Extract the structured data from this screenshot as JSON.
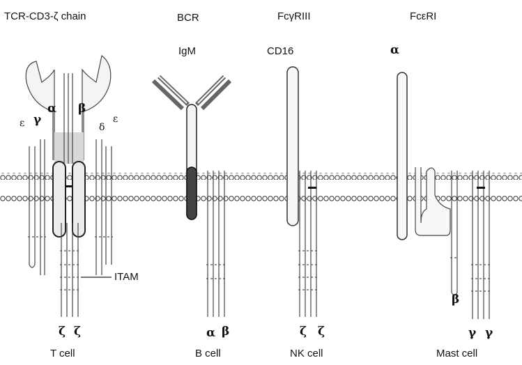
{
  "headers": {
    "tcr": "TCR-CD3-ζ chain",
    "bcr": "BCR",
    "fcg": "FcγRIII",
    "fce": "FcεRI"
  },
  "receptor_labels": {
    "igm": "IgM",
    "cd16": "CD16",
    "fce_alpha": "α"
  },
  "chain_labels": {
    "tcr_epsilon_left": "ε",
    "tcr_gamma": "γ",
    "tcr_alpha": "α",
    "tcr_beta": "β",
    "tcr_delta": "δ",
    "tcr_epsilon_right": "ε",
    "fce_beta": "β"
  },
  "itam": "ITAM",
  "bottom_chains": {
    "t_zeta_1": "ζ",
    "t_zeta_2": "ζ",
    "b_alpha": "α",
    "b_beta": "β",
    "nk_zeta_1": "ζ",
    "nk_zeta_2": "ζ",
    "mast_gamma_1": "γ",
    "mast_gamma_2": "γ"
  },
  "cells": {
    "t": "T cell",
    "b": "B cell",
    "nk": "NK cell",
    "mast": "Mast cell"
  }
}
